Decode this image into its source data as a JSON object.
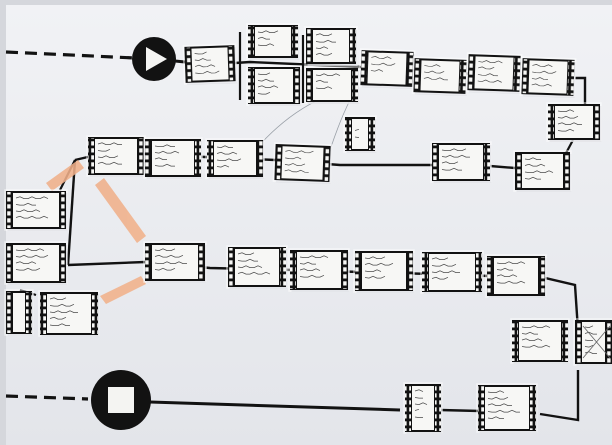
{
  "scene": {
    "description_text": "",
    "colors": {
      "paper": "#eceef2",
      "paper_shadow": "#c9ccd3",
      "ink": "#121212",
      "tape": "#f0b08a",
      "card": "#f7f7f5",
      "handwriting": "#4a4a4a"
    },
    "icons": [
      "play-icon",
      "stop-icon"
    ]
  },
  "cards": [
    {
      "id": "c1",
      "text": "..."
    },
    {
      "id": "c2",
      "text": "..."
    },
    {
      "id": "c3",
      "text": "..."
    },
    {
      "id": "c4",
      "text": "..."
    },
    {
      "id": "c5",
      "text": "..."
    },
    {
      "id": "c6",
      "text": "..."
    },
    {
      "id": "c7",
      "text": "..."
    },
    {
      "id": "c8",
      "text": "..."
    },
    {
      "id": "c9",
      "text": "..."
    },
    {
      "id": "c10",
      "text": "..."
    },
    {
      "id": "c11",
      "text": "..."
    },
    {
      "id": "c12",
      "text": "..."
    },
    {
      "id": "c13",
      "text": "..."
    },
    {
      "id": "c14",
      "text": "..."
    },
    {
      "id": "c15",
      "text": "..."
    },
    {
      "id": "c16",
      "text": "..."
    },
    {
      "id": "c17",
      "text": "..."
    },
    {
      "id": "c18",
      "text": "..."
    },
    {
      "id": "c19",
      "text": "..."
    },
    {
      "id": "c20",
      "text": "..."
    },
    {
      "id": "c21",
      "text": "..."
    },
    {
      "id": "c22",
      "text": "..."
    },
    {
      "id": "c23",
      "text": "..."
    },
    {
      "id": "c24",
      "text": "..."
    },
    {
      "id": "c25",
      "text": "..."
    },
    {
      "id": "c26",
      "text": "..."
    },
    {
      "id": "c27",
      "text": "..."
    },
    {
      "id": "c28",
      "text": "..."
    },
    {
      "id": "c29",
      "text": "..."
    }
  ]
}
